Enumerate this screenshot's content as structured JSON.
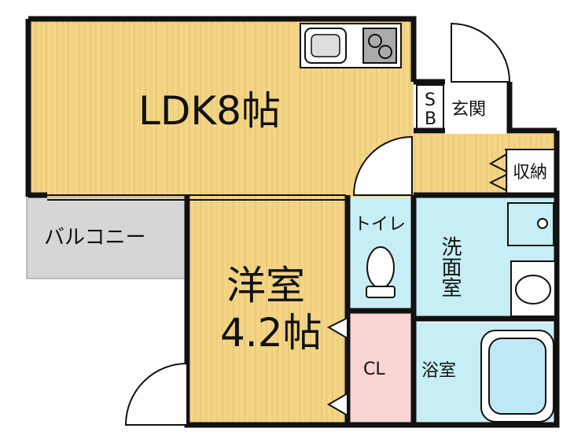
{
  "plan": {
    "rooms": {
      "ldk": "LDK8帖",
      "western_room_line1": "洋室",
      "western_room_line2": "4.2帖",
      "balcony": "バルコニー",
      "toilet": "トイレ",
      "washroom": "洗面室",
      "bathroom": "浴室",
      "closet": "CL",
      "entrance": "玄関",
      "storage": "収納",
      "shoe_box_top": "S",
      "shoe_box_bottom": "B"
    },
    "colors": {
      "wood_floor": "#f3d587",
      "wood_stripe": "#e6bd5c",
      "wet_area": "#c6eef4",
      "closet": "#f8d4d4",
      "balcony": "#d6d6d6",
      "wall": "#111111"
    }
  }
}
